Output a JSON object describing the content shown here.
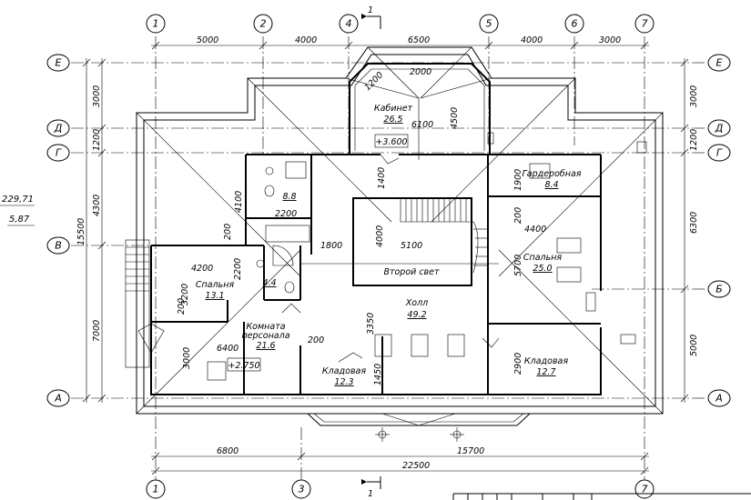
{
  "axes_top": [
    "1",
    "2",
    "4",
    "5",
    "6",
    "7"
  ],
  "axes_bottom": [
    "1",
    "3",
    "7"
  ],
  "axes_rows": [
    "Е",
    "Д",
    "Г",
    "В",
    "Б",
    "А"
  ],
  "dims_top": [
    "5000",
    "4000",
    "6500",
    "4000",
    "3000"
  ],
  "dims_bottom": [
    "6800",
    "15700",
    "22500"
  ],
  "dims_left": [
    "3000",
    "1200",
    "4300",
    "15500",
    "7000"
  ],
  "dims_right": [
    "3000",
    "1200",
    "6300",
    "5000"
  ],
  "section_mark": "1",
  "side_values": [
    "229,71",
    "5,87"
  ],
  "rooms": {
    "study": {
      "name": "Кабинет",
      "area": "26.5",
      "level": "+3.600"
    },
    "wardrobe": {
      "name": "Гардеробная",
      "area": "8.4"
    },
    "bath": {
      "area": "8.8"
    },
    "wc": {
      "area": "4.4"
    },
    "second_light": {
      "name": "Второй свет"
    },
    "hall": {
      "name": "Холл",
      "area": "49.2"
    },
    "bedroom_left": {
      "name": "Спальня",
      "area": "13.1"
    },
    "staff_room": {
      "name_1": "Комната",
      "name_2": "персонала",
      "area": "21.6",
      "level": "+2.750"
    },
    "bedroom_right": {
      "name": "Спальня",
      "area": "25.0"
    },
    "storage_center": {
      "name": "Кладовая",
      "area": "12.3"
    },
    "storage_right": {
      "name": "Кладовая",
      "area": "12.7"
    }
  },
  "inner_dims": [
    "2000",
    "1200",
    "6100",
    "4500",
    "1400",
    "4100",
    "2200",
    "200",
    "1800",
    "4000",
    "5100",
    "4200",
    "2200",
    "3200",
    "200",
    "6400",
    "3000",
    "200",
    "3350",
    "1450",
    "1900",
    "200",
    "4400",
    "5700",
    "2900"
  ]
}
